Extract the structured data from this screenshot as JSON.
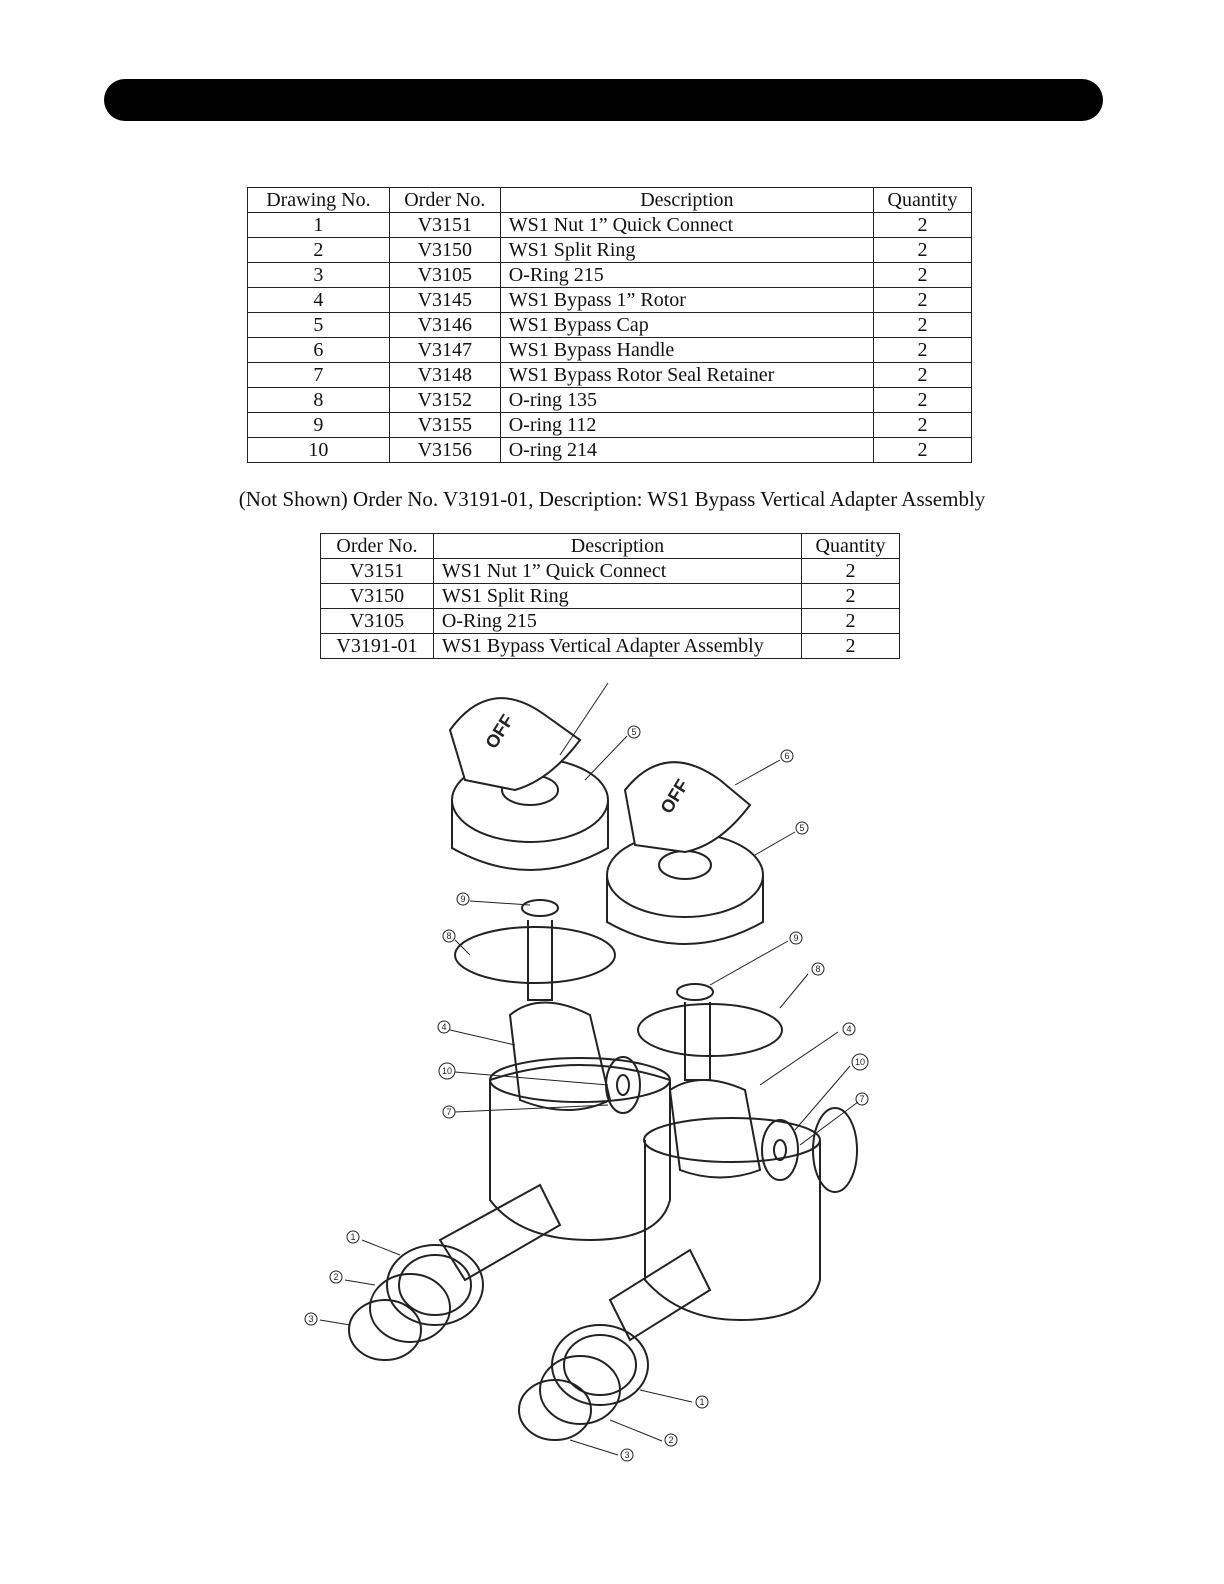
{
  "parts_table": {
    "headers": [
      "Drawing No.",
      "Order No.",
      "Description",
      "Quantity"
    ],
    "rows": [
      [
        "1",
        "V3151",
        "WS1 Nut 1” Quick Connect",
        "2"
      ],
      [
        "2",
        "V3150",
        "WS1 Split Ring",
        "2"
      ],
      [
        "3",
        "V3105",
        "O-Ring 215",
        "2"
      ],
      [
        "4",
        "V3145",
        "WS1 Bypass 1” Rotor",
        "2"
      ],
      [
        "5",
        "V3146",
        "WS1 Bypass Cap",
        "2"
      ],
      [
        "6",
        "V3147",
        "WS1 Bypass Handle",
        "2"
      ],
      [
        "7",
        "V3148",
        "WS1 Bypass Rotor Seal Retainer",
        "2"
      ],
      [
        "8",
        "V3152",
        "O-ring 135",
        "2"
      ],
      [
        "9",
        "V3155",
        "O-ring 112",
        "2"
      ],
      [
        "10",
        "V3156",
        "O-ring 214",
        "2"
      ]
    ]
  },
  "note": "(Not Shown) Order No. V3191-01, Description: WS1 Bypass Vertical Adapter Assembly",
  "adapter_table": {
    "headers": [
      "Order No.",
      "Description",
      "Quantity"
    ],
    "rows": [
      [
        "V3151",
        "WS1 Nut 1” Quick Connect",
        "2"
      ],
      [
        "V3150",
        "WS1 Split Ring",
        "2"
      ],
      [
        "V3105",
        "O-Ring 215",
        "2"
      ],
      [
        "V3191-01",
        "WS1 Bypass Vertical Adapter Assembly",
        "2"
      ]
    ]
  },
  "diagram": {
    "handle_label": "OFF",
    "callouts": [
      "1",
      "2",
      "3",
      "4",
      "5",
      "6",
      "7",
      "8",
      "9",
      "10"
    ]
  }
}
